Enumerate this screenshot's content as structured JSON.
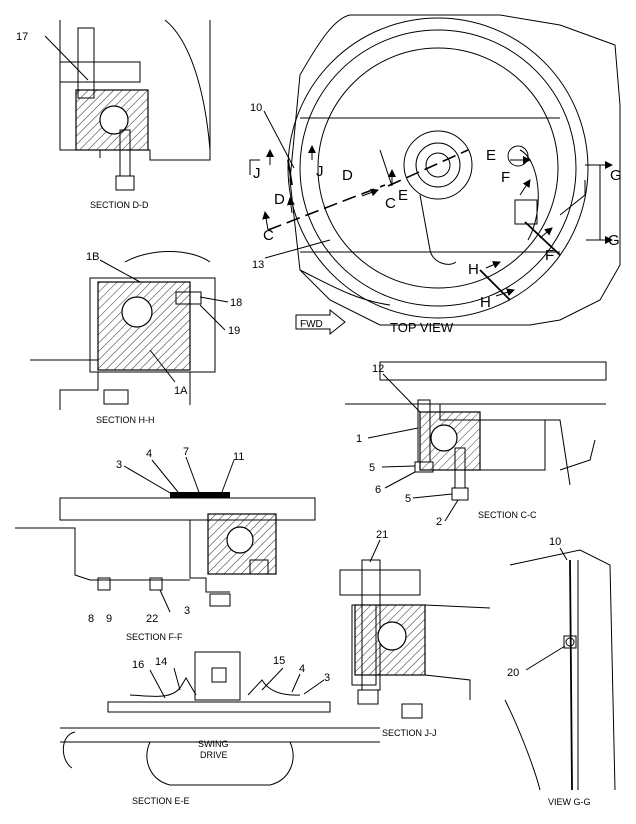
{
  "views": {
    "top_view": "TOP VIEW",
    "fwd": "FWD",
    "section_dd": "SECTION D-D",
    "section_hh": "SECTION H-H",
    "section_cc": "SECTION C-C",
    "section_ff": "SECTION F-F",
    "section_ee": "SECTION E-E",
    "section_jj": "SECTION J-J",
    "view_gg": "VIEW G-G",
    "swing": "SWING",
    "drive": "DRIVE"
  },
  "callouts": {
    "c1": "1",
    "c1a": "1A",
    "c1b": "1B",
    "c2": "2",
    "c3": "3",
    "c4": "4",
    "c5": "5",
    "c6": "6",
    "c7": "7",
    "c8": "8",
    "c9": "9",
    "c10": "10",
    "c11": "11",
    "c12": "12",
    "c13": "13",
    "c14": "14",
    "c15": "15",
    "c16": "16",
    "c17": "17",
    "c18": "18",
    "c19": "19",
    "c20": "20",
    "c21": "21",
    "c22": "22"
  },
  "section_letters": {
    "c": "C",
    "d": "D",
    "e": "E",
    "f": "F",
    "g": "G",
    "h": "H",
    "j": "J"
  }
}
